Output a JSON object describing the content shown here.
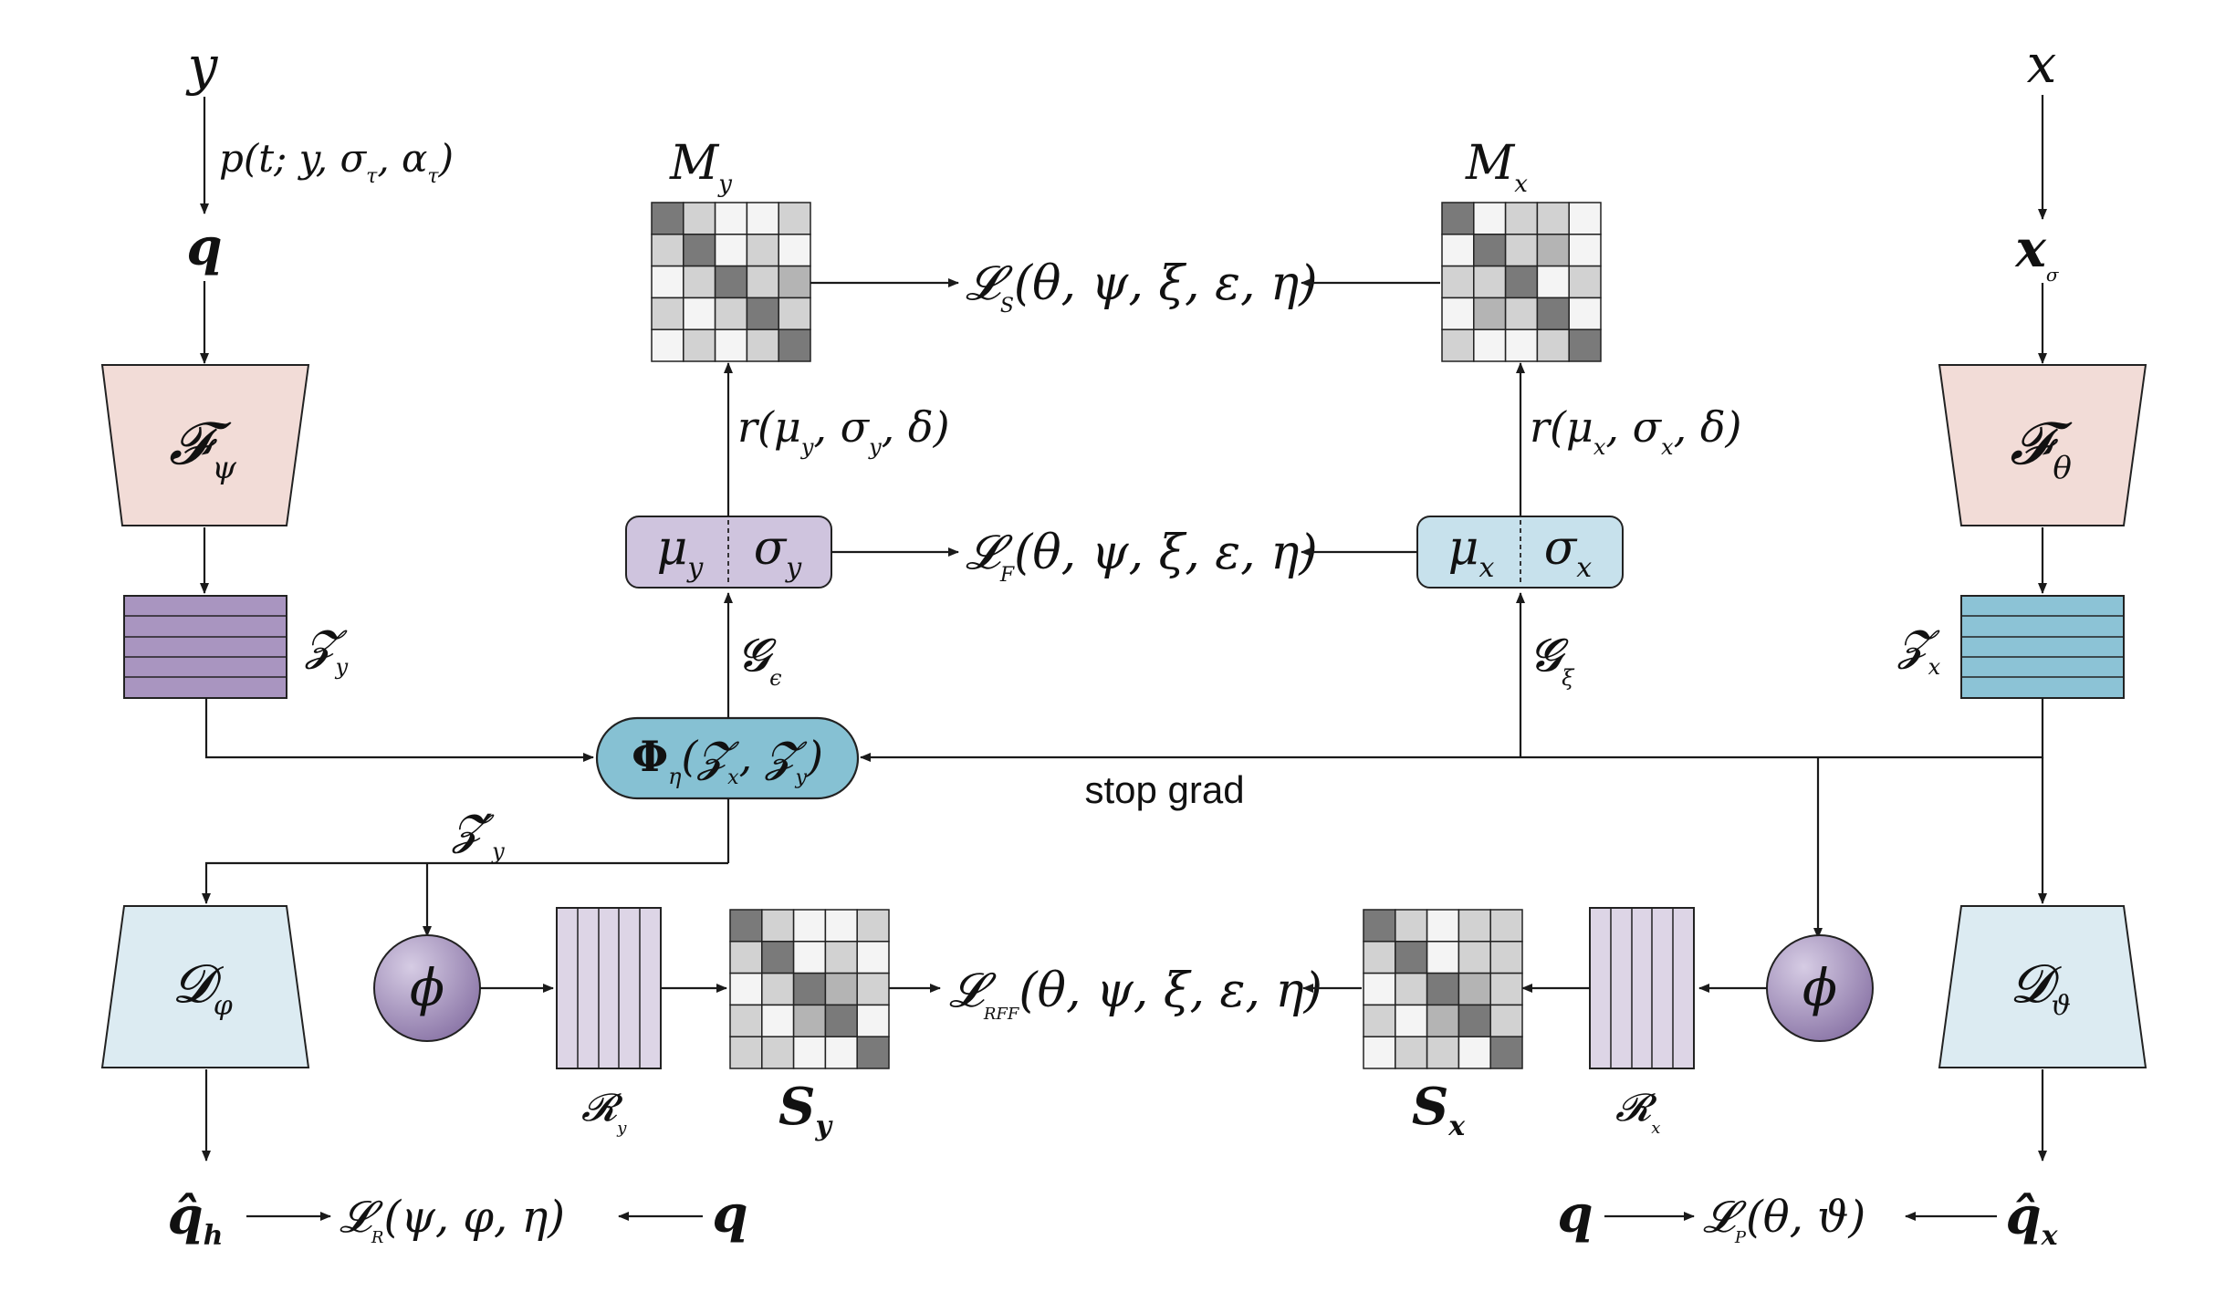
{
  "labels": {
    "y_input": "y",
    "x_input": "x",
    "q_top": "q",
    "x_sigma_base": "x",
    "x_sigma_sub": "σ",
    "p_func": "p(t; y, σ",
    "p_sub1": "τ",
    "p_mid": ", α",
    "p_sub2": "τ",
    "p_end": ")",
    "F_psi": "𝓕",
    "F_psi_sub": "ψ",
    "F_theta": "𝓕",
    "F_theta_sub": "θ",
    "Z_y": "𝓩",
    "Z_y_sub": "y",
    "Z_x": "𝓩",
    "Z_x_sub": "x",
    "M_y": "M",
    "M_y_sub": "y",
    "M_x": "M",
    "M_x_sub": "x",
    "L_s": "𝓛",
    "L_s_sub": "S",
    "L_s_args": "(θ, ψ, ξ, ε, η)",
    "L_f": "𝓛",
    "L_f_sub": "F",
    "L_f_args": "(θ, ψ, ξ, ε, η)",
    "L_rff": "𝓛",
    "L_rff_sub": "RFF",
    "L_rff_args": "(θ, ψ, ξ, ε, η)",
    "r_y": "r(μ",
    "r_y_s1": "y",
    "r_y_mid": ", σ",
    "r_y_s2": "y",
    "r_y_end": ", δ)",
    "r_x": "r(μ",
    "r_x_s1": "x",
    "r_x_mid": ", σ",
    "r_x_s2": "x",
    "r_x_end": ", δ)",
    "mu_y": "μ",
    "mu_y_sub": "y",
    "sigma_y": "σ",
    "sigma_y_sub": "y",
    "mu_x": "μ",
    "mu_x_sub": "x",
    "sigma_x": "σ",
    "sigma_x_sub": "x",
    "G_eps": "𝓖",
    "G_eps_sub": "ϵ",
    "G_xi": "𝓖",
    "G_xi_sub": "ξ",
    "Phi": "Φ",
    "Phi_sub": "η",
    "Phi_args_open": "(",
    "Phi_Zx": "𝓩",
    "Phi_Zx_sub": "x",
    "Phi_comma": ", ",
    "Phi_Zy": "𝓩",
    "Phi_Zy_sub": "y",
    "Phi_close": ")",
    "stop_grad": "stop grad",
    "Z_prime": "𝓩′",
    "Z_prime_sub": "y",
    "D_phi": "𝓓",
    "D_phi_sub": "φ",
    "D_theta": "𝓓",
    "D_theta_sub": "ϑ",
    "phi_left": "ϕ",
    "phi_right": "ϕ",
    "R_y": "𝓡",
    "R_y_sub": "y",
    "R_x": "𝓡",
    "R_x_sub": "x",
    "S_y": "S",
    "S_y_sub": "y",
    "S_x": "S",
    "S_x_sub": "x",
    "q_hat_h": "q̂",
    "q_hat_h_sub": "h",
    "L_r": "𝓛",
    "L_r_sub": "R",
    "L_r_args": "(ψ, φ, η)",
    "q_bottom_left": "q",
    "q_bottom_right": "q",
    "L_p": "𝓛",
    "L_p_sub": "P",
    "L_p_args": "(θ, ϑ)",
    "q_hat_x": "q̂",
    "q_hat_x_sub": "x"
  },
  "colors": {
    "encoder_pink": "#f2dcd7",
    "decoder_blue": "#dcebf2",
    "latent_purple": "#a995c0",
    "latent_cyan": "#8cc3d6",
    "mu_y_box": "#cfc4de",
    "mu_x_box": "#c7e1ec",
    "phi_node": "#86c1d3",
    "rff_purple": "#ddd5e6"
  },
  "matrices": {
    "M_y": [
      [
        3,
        1,
        0,
        0,
        1
      ],
      [
        1,
        3,
        0,
        1,
        0
      ],
      [
        0,
        1,
        3,
        1,
        2
      ],
      [
        1,
        0,
        1,
        3,
        1
      ],
      [
        0,
        1,
        0,
        1,
        3
      ]
    ],
    "M_x": [
      [
        3,
        0,
        1,
        1,
        0
      ],
      [
        0,
        3,
        1,
        2,
        0
      ],
      [
        1,
        1,
        3,
        0,
        1
      ],
      [
        0,
        2,
        1,
        3,
        0
      ],
      [
        1,
        0,
        0,
        1,
        3
      ]
    ],
    "S_y": [
      [
        3,
        1,
        0,
        0,
        1
      ],
      [
        1,
        3,
        0,
        1,
        0
      ],
      [
        0,
        1,
        3,
        2,
        1
      ],
      [
        1,
        0,
        2,
        3,
        0
      ],
      [
        1,
        1,
        0,
        0,
        3
      ]
    ],
    "S_x": [
      [
        3,
        1,
        0,
        1,
        1
      ],
      [
        1,
        3,
        0,
        1,
        1
      ],
      [
        0,
        1,
        3,
        2,
        1
      ],
      [
        1,
        0,
        2,
        3,
        1
      ],
      [
        0,
        1,
        1,
        0,
        3
      ]
    ]
  }
}
